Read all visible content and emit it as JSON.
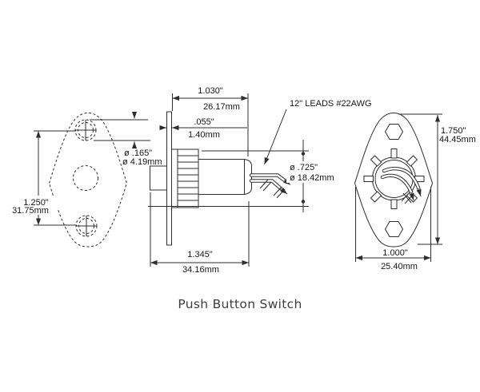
{
  "title": "Push Button Switch",
  "labels": {
    "leads": "12\" LEADS #22AWG"
  },
  "dimensions": {
    "bushing_length": {
      "inch": "1.030\"",
      "mm": "26.17mm"
    },
    "flange_thickness": {
      "inch": ".055\"",
      "mm": "1.40mm"
    },
    "mount_hole_dia": {
      "inch": "ø .165\"",
      "mm": "ø 4.19mm"
    },
    "hole_spacing": {
      "inch": "1.250\"",
      "mm": "31.75mm"
    },
    "body_dia": {
      "inch": "ø .725\"",
      "mm": "ø 18.42mm"
    },
    "overall_length": {
      "inch": "1.345\"",
      "mm": "34.16mm"
    },
    "flange_height": {
      "inch": "1.750\"",
      "mm": "44.45mm"
    },
    "flange_width": {
      "inch": "1.000\"",
      "mm": "25.40mm"
    }
  },
  "colors": {
    "line": "#2e2e2e",
    "text": "#151515",
    "title": "#3d3d3d",
    "background": "#ffffff"
  }
}
